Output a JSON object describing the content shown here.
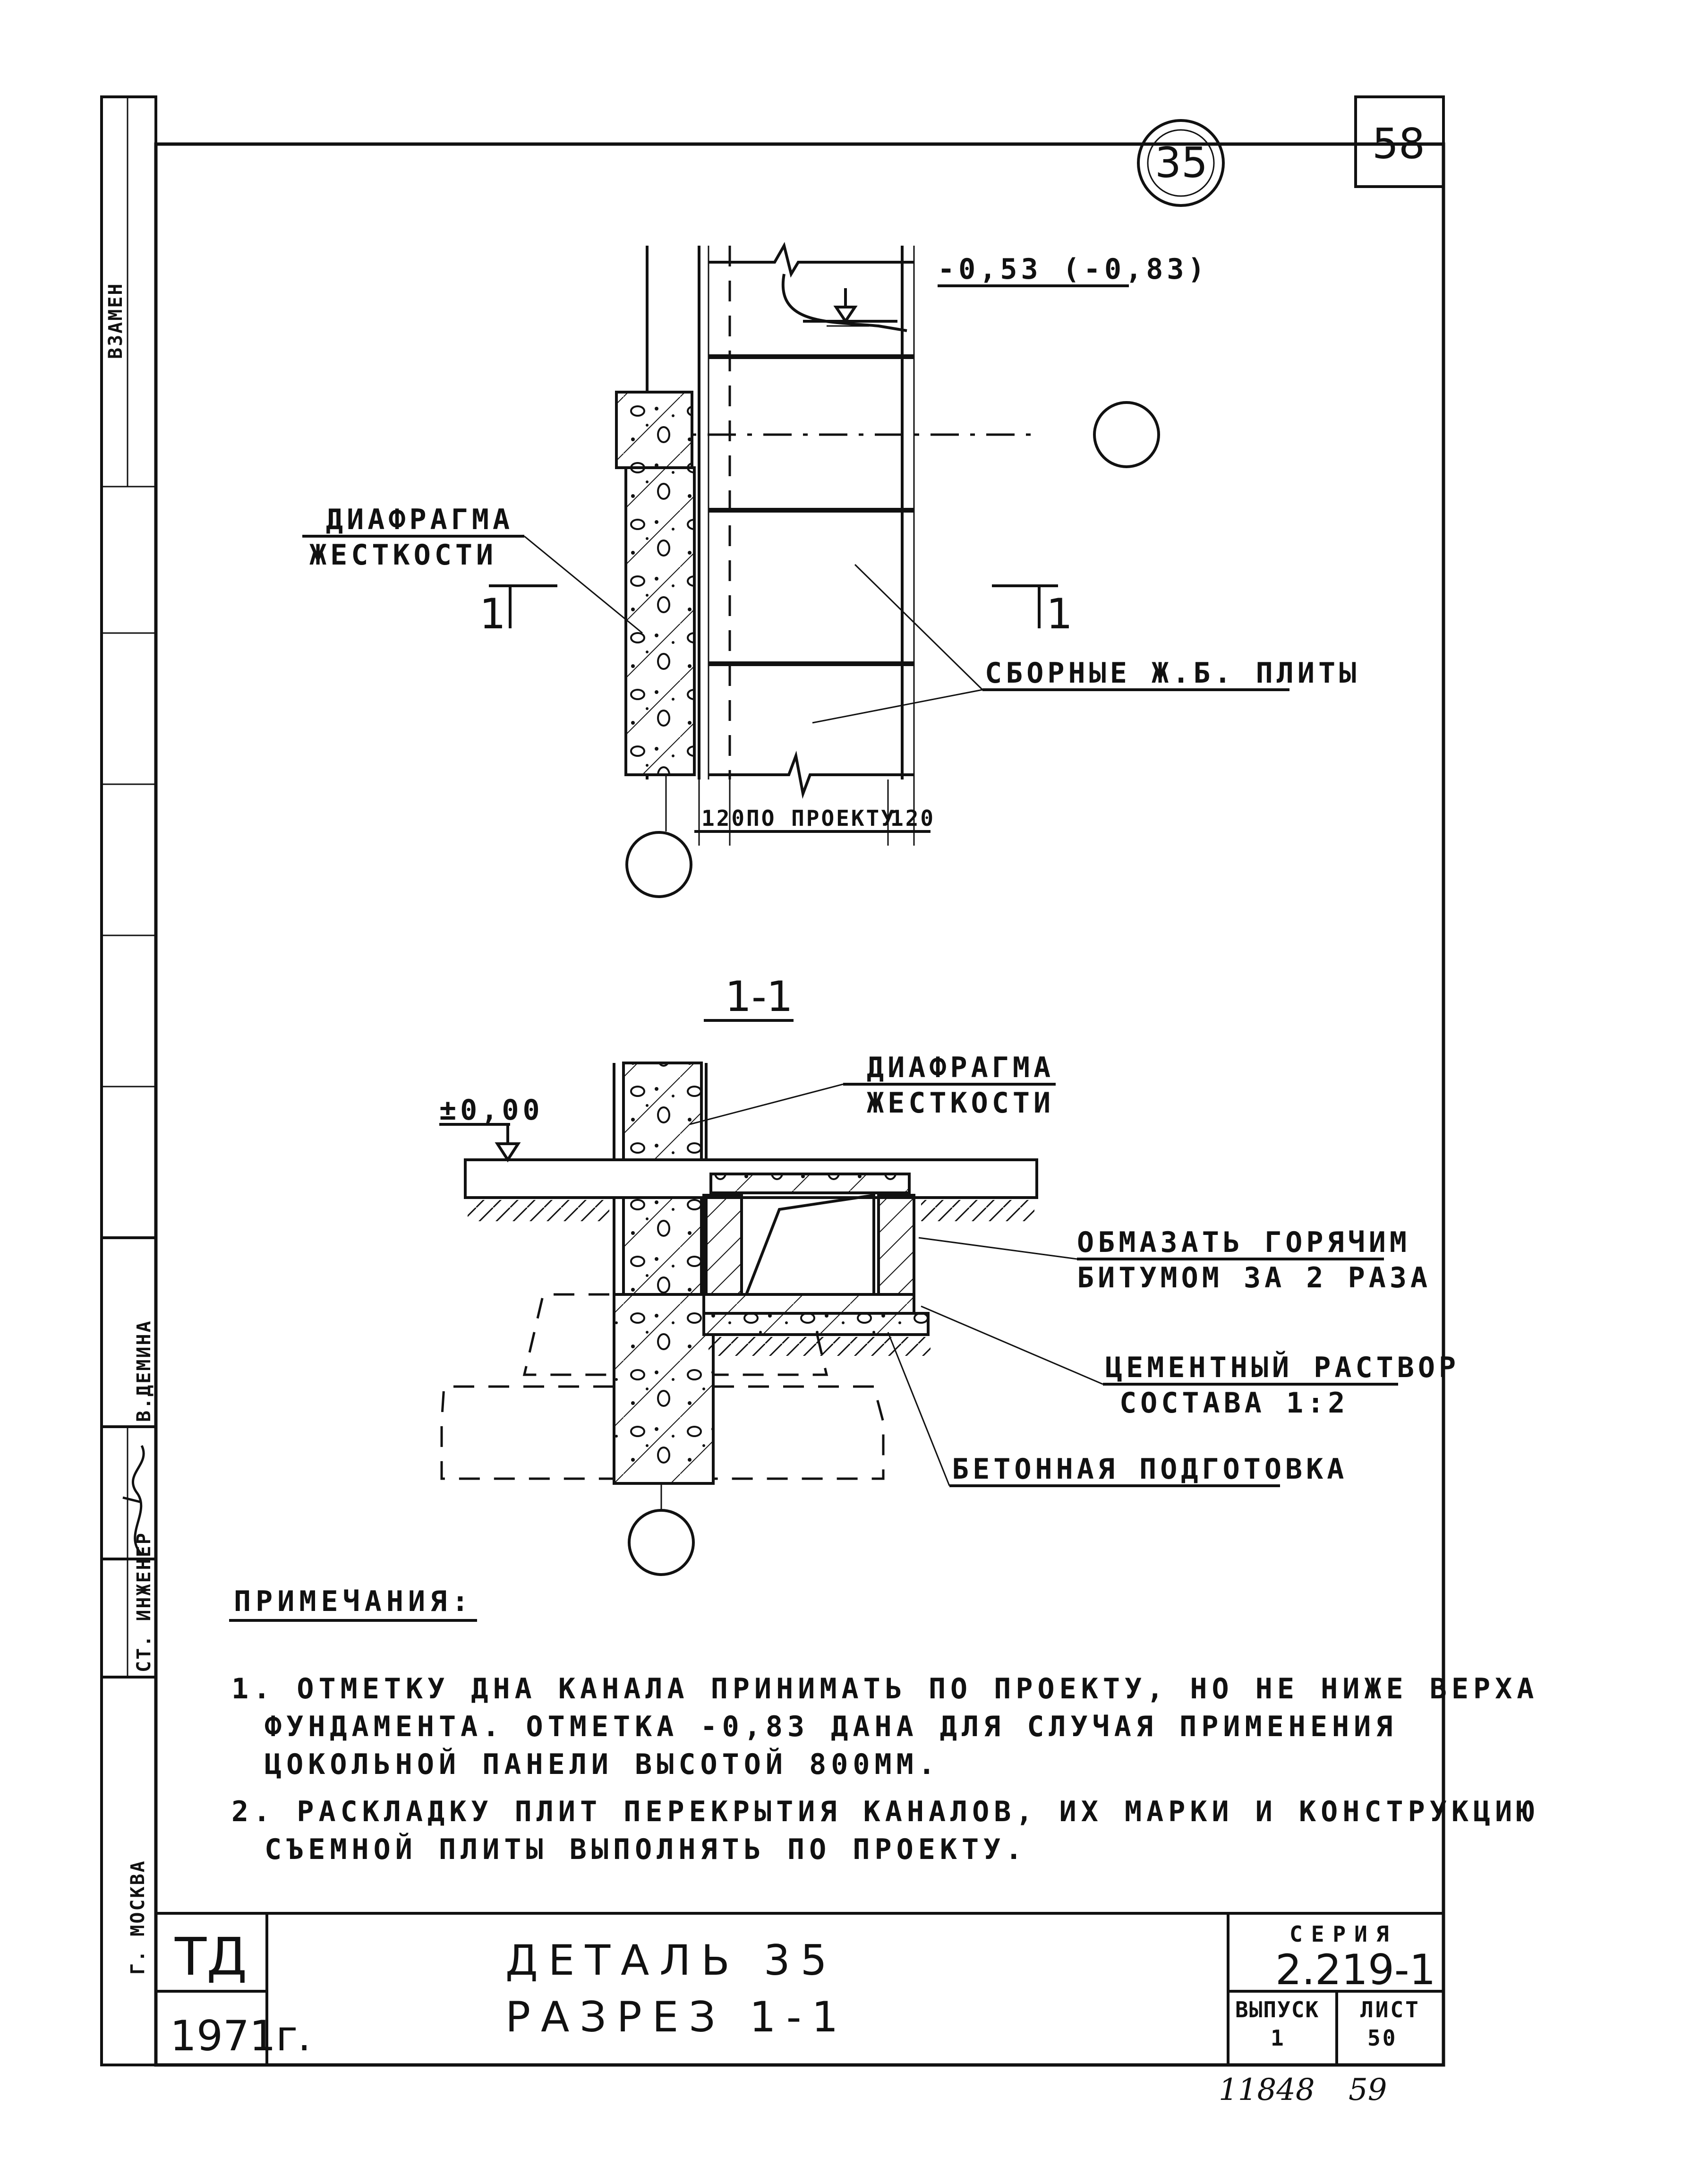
{
  "sheet": {
    "page_number": "58",
    "detail_marker": "35",
    "handwritten_inventory": "11848",
    "handwritten_page": "59"
  },
  "side_stamp": {
    "vzamen": "ВЗАМЕН",
    "author": "В.ДЕМИНА",
    "role": "СТ. ИНЖЕНЕР",
    "city": "Г. МОСКВА"
  },
  "plan_view": {
    "level_mark": "-0,53 (-0,83)",
    "diaphragm_label_line1": "ДИАФРАГМА",
    "diaphragm_label_line2": "ЖЕСТКОСТИ",
    "slabs_label": "СБОРНЫЕ Ж.Б. ПЛИТЫ",
    "section_mark_left": "1",
    "section_mark_right": "1",
    "dim_left": "120",
    "dim_middle": "ПО ПРОЕКТУ",
    "dim_right": "120"
  },
  "section_view": {
    "title": "1-1",
    "zero_mark": "±0,00",
    "diaphragm_label_line1": "ДИАФРАГМА",
    "diaphragm_label_line2": "ЖЕСТКОСТИ",
    "bitumen_line1": "ОБМАЗАТЬ ГОРЯЧИМ",
    "bitumen_line2": "БИТУМОМ ЗА 2 РАЗА",
    "mortar_line1": "ЦЕМЕНТНЫЙ РАСТВОР",
    "mortar_line2": "СОСТАВА 1:2",
    "concrete_prep": "БЕТОННАЯ ПОДГОТОВКА"
  },
  "notes": {
    "heading": "ПРИМЕЧАНИЯ:",
    "n1_l1": "1. ОТМЕТКУ ДНА КАНАЛА ПРИНИМАТЬ ПО ПРОЕКТУ, НО НЕ НИЖЕ ВЕРХА",
    "n1_l2": "ФУНДАМЕНТА. ОТМЕТКА -0,83 ДАНА ДЛЯ СЛУЧАЯ ПРИМЕНЕНИЯ",
    "n1_l3": "ЦОКОЛЬНОЙ ПАНЕЛИ ВЫСОТОЙ 800ММ.",
    "n2_l1": "2. РАСКЛАДКУ ПЛИТ ПЕРЕКРЫТИЯ КАНАЛОВ, ИХ МАРКИ И КОНСТРУКЦИЮ",
    "n2_l2": "СЪЕМНОЙ ПЛИТЫ ВЫПОЛНЯТЬ ПО ПРОЕКТУ."
  },
  "title_block": {
    "org": "ТД",
    "year": "1971г.",
    "title_line1": "ДЕТАЛЬ 35",
    "title_line2": "РАЗРЕЗ 1-1",
    "series_label": "СЕРИЯ",
    "series_value": "2.219-1",
    "issue_label": "ВЫПУСК",
    "issue_value": "1",
    "sheet_label": "ЛИСТ",
    "sheet_value": "50"
  }
}
